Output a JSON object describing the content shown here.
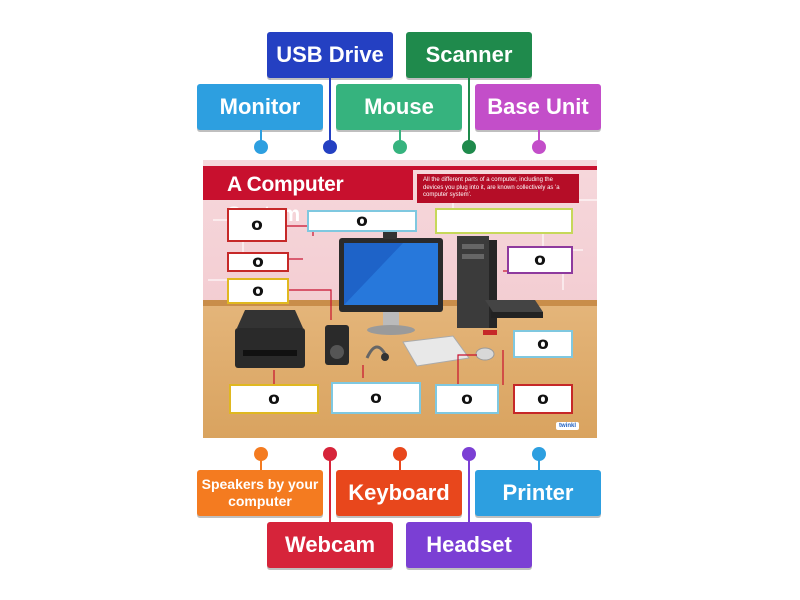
{
  "top_labels": [
    {
      "id": "usb-drive",
      "label": "USB Drive",
      "color": "#2440c2"
    },
    {
      "id": "scanner",
      "label": "Scanner",
      "color": "#1f8a4c"
    },
    {
      "id": "monitor",
      "label": "Monitor",
      "color": "#2d9fe0"
    },
    {
      "id": "mouse",
      "label": "Mouse",
      "color": "#36b37e"
    },
    {
      "id": "base-unit",
      "label": "Base Unit",
      "color": "#c34ec9"
    }
  ],
  "bottom_labels": [
    {
      "id": "speakers",
      "label": "Speakers by your computer",
      "color": "#f47b20"
    },
    {
      "id": "keyboard",
      "label": "Keyboard",
      "color": "#e8471c"
    },
    {
      "id": "printer",
      "label": "Printer",
      "color": "#2d9fe0"
    },
    {
      "id": "webcam",
      "label": "Webcam",
      "color": "#d6243a"
    },
    {
      "id": "headset",
      "label": "Headset",
      "color": "#7b3fd4"
    }
  ],
  "poster": {
    "title": "A Computer System",
    "intro": "All the different parts of a computer, including the devices you plug into it, are known collectively as 'a computer system'.",
    "watermark": "twinkl",
    "placeholder_mark": "o"
  }
}
